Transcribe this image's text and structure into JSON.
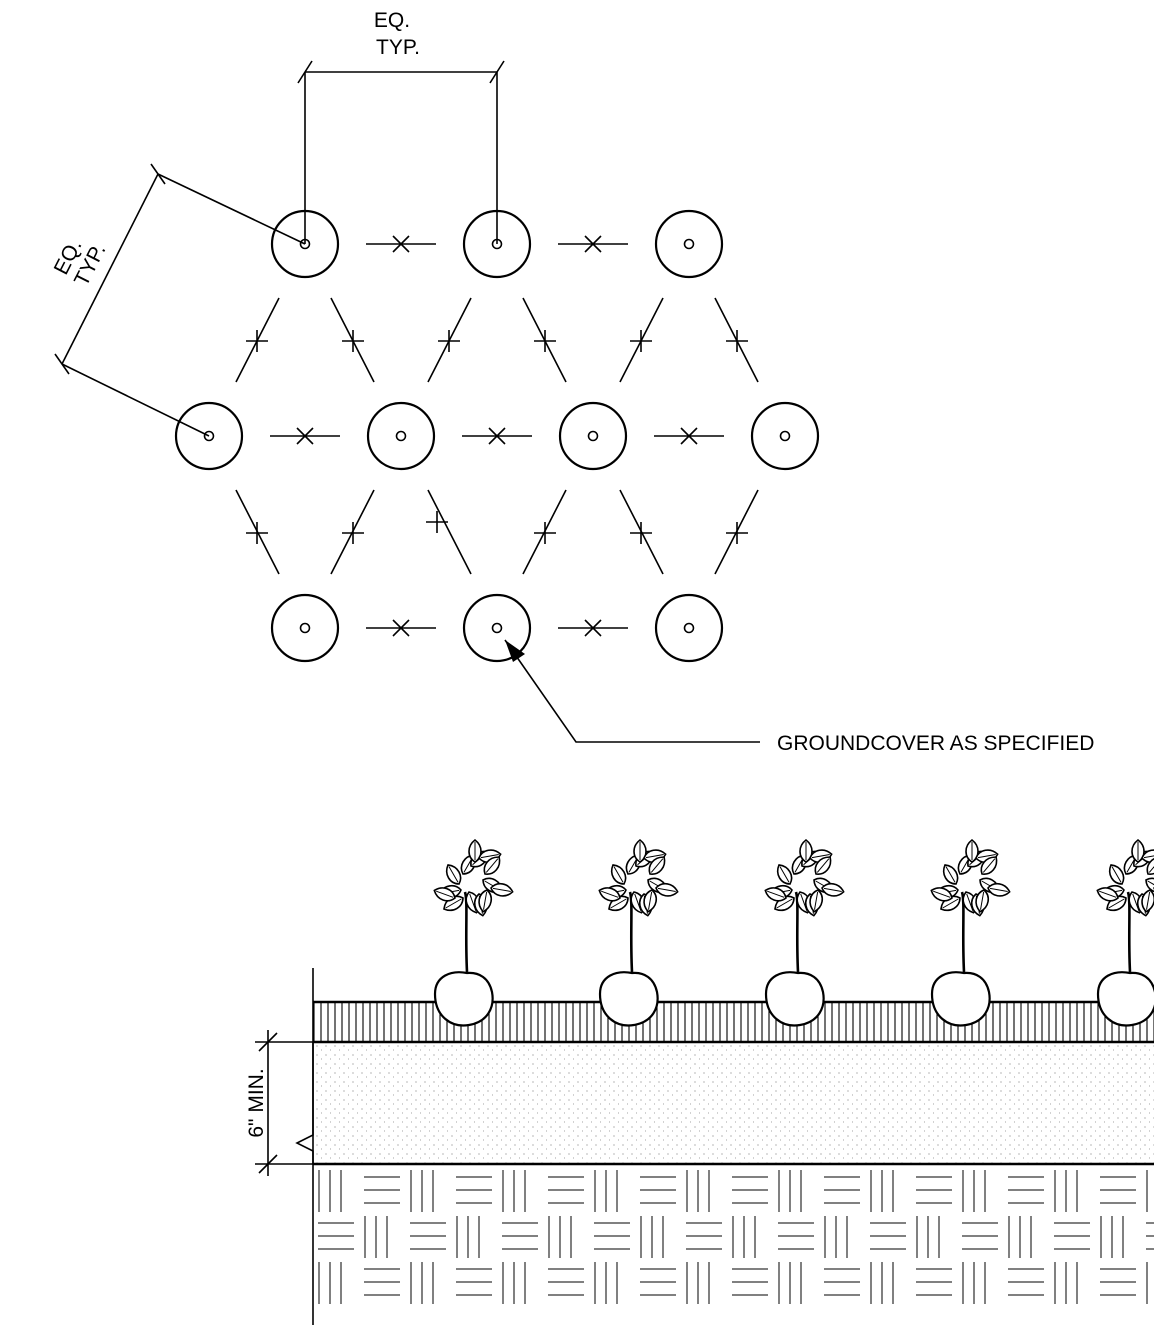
{
  "plan": {
    "spacing_label_top": [
      "EQ.",
      "TYP."
    ],
    "spacing_label_side": [
      "EQ.",
      "TYP."
    ],
    "callout": "GROUNDCOVER AS SPECIFIED"
  },
  "section": {
    "depth_label": "6\" MIN."
  }
}
